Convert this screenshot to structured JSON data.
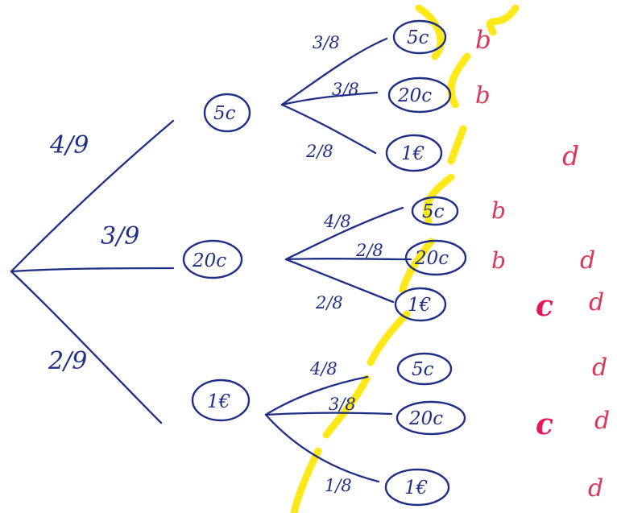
{
  "tree": {
    "root_branches": [
      {
        "probability": "4/9",
        "node": "5c",
        "children": [
          {
            "probability": "3/8",
            "node": "5c",
            "mark": "b"
          },
          {
            "probability": "3/8",
            "node": "20c",
            "mark": "b"
          },
          {
            "probability": "2/8",
            "node": "1€",
            "mark": "d"
          }
        ]
      },
      {
        "probability": "3/9",
        "node": "20c",
        "children": [
          {
            "probability": "4/8",
            "node": "5c",
            "mark": "b"
          },
          {
            "probability": "2/8",
            "node": "20c",
            "mark": "b d"
          },
          {
            "probability": "2/8",
            "node": "1€",
            "mark": "c d"
          }
        ]
      },
      {
        "probability": "2/9",
        "node": "1€",
        "children": [
          {
            "probability": "4/8",
            "node": "5c",
            "mark": "d"
          },
          {
            "probability": "3/8",
            "node": "20c",
            "mark": "c d"
          },
          {
            "probability": "1/8",
            "node": "1€",
            "mark": "d"
          }
        ]
      }
    ],
    "colors": {
      "ink": "#1f2f86",
      "mark_b": "#d8385a",
      "mark_c": "#e5195a",
      "mark_d": "#d8385a",
      "watermark": "#ffe600"
    }
  }
}
